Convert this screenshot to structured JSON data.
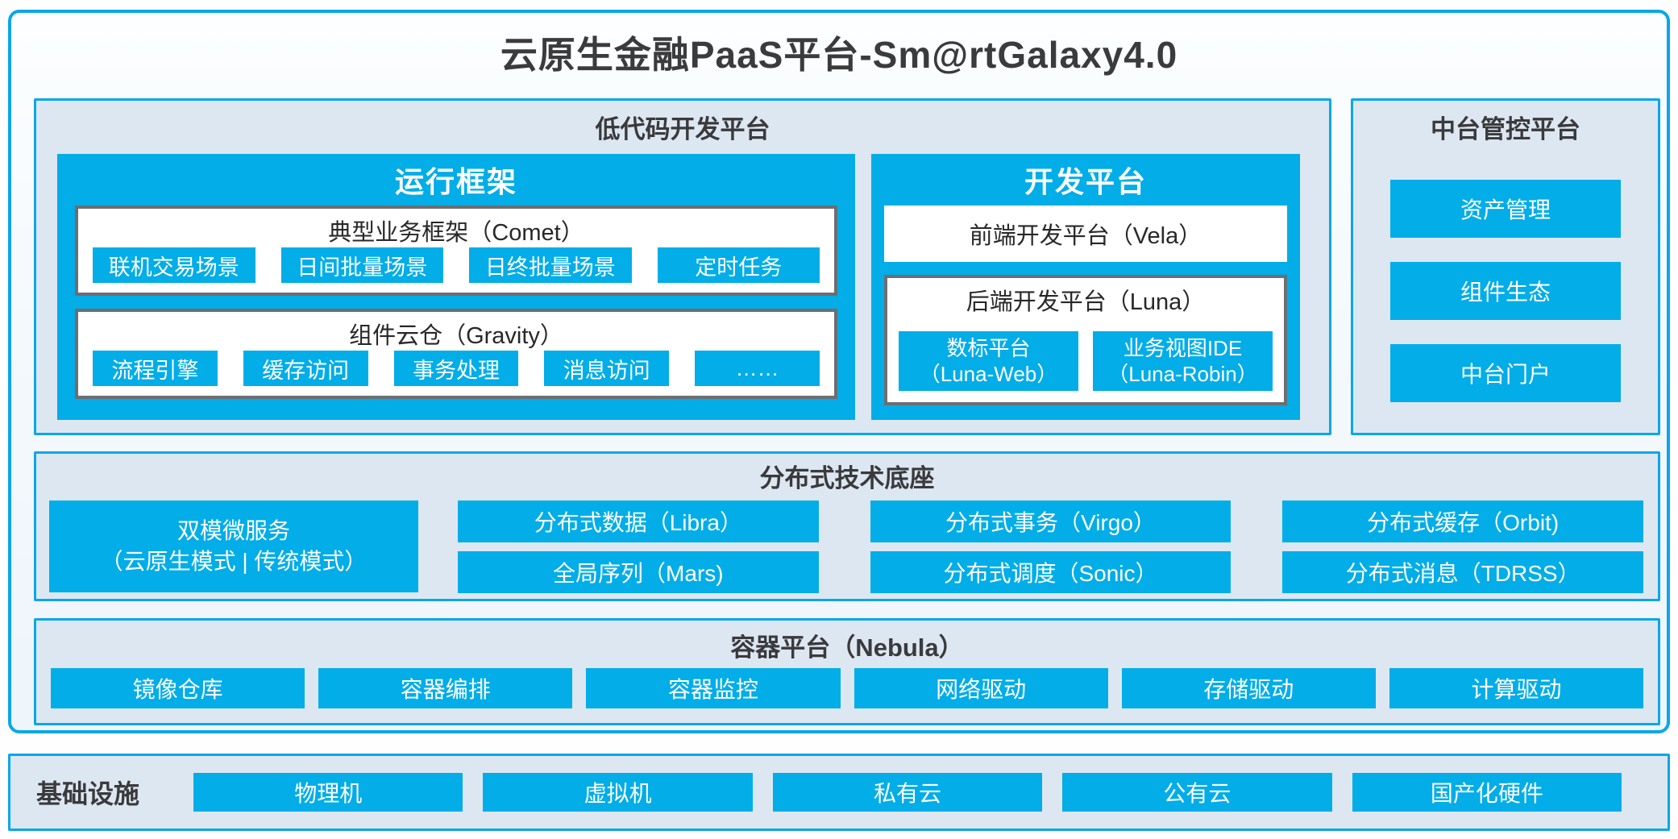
{
  "title": "云原生金融PaaS平台-Sm@rtGalaxy4.0",
  "colors": {
    "accent": "#02ade8",
    "panel_border": "#0aa7e8",
    "panel_bg": "#dde7f2",
    "box_border_gray": "#6d6e71",
    "text_dark": "#3a3a3c",
    "text_white": "#ffffff"
  },
  "low_code": {
    "title": "低代码开发平台",
    "runtime": {
      "title": "运行框架",
      "comet": {
        "title": "典型业务框架（Comet）",
        "items": [
          "联机交易场景",
          "日间批量场景",
          "日终批量场景",
          "定时任务"
        ]
      },
      "gravity": {
        "title": "组件云仓（Gravity）",
        "items": [
          "流程引擎",
          "缓存访问",
          "事务处理",
          "消息访问",
          "……"
        ]
      }
    },
    "dev": {
      "title": "开发平台",
      "vela_title": "前端开发平台（Vela）",
      "luna": {
        "title": "后端开发平台（Luna）",
        "items": [
          {
            "line1": "数标平台",
            "line2": "（Luna-Web）"
          },
          {
            "line1": "业务视图IDE",
            "line2": "（Luna-Robin）"
          }
        ]
      }
    }
  },
  "mid_platform": {
    "title": "中台管控平台",
    "items": [
      "资产管理",
      "组件生态",
      "中台门户"
    ]
  },
  "distributed": {
    "title": "分布式技术底座",
    "dual_mode": {
      "line1": "双模微服务",
      "line2": "（云原生模式 | 传统模式）"
    },
    "row1": [
      "分布式数据（Libra）",
      "分布式事务（Virgo）",
      "分布式缓存（Orbit)"
    ],
    "row2": [
      "全局序列（Mars)",
      "分布式调度（Sonic）",
      "分布式消息（TDRSS）"
    ]
  },
  "nebula": {
    "title": "容器平台（Nebula）",
    "items": [
      "镜像仓库",
      "容器编排",
      "容器监控",
      "网络驱动",
      "存储驱动",
      "计算驱动"
    ]
  },
  "infra": {
    "title": "基础设施",
    "items": [
      "物理机",
      "虚拟机",
      "私有云",
      "公有云",
      "国产化硬件"
    ]
  }
}
